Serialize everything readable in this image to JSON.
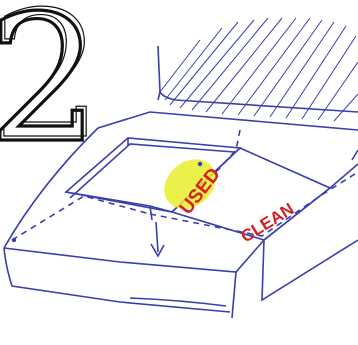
{
  "step_number": "2",
  "labels": {
    "used": "USED",
    "clean": "CLEAN"
  },
  "colors": {
    "ink": "#3a3fae",
    "red_text": "#d62020",
    "highlight": "#e8ef2a",
    "big_digit": "#111111"
  }
}
